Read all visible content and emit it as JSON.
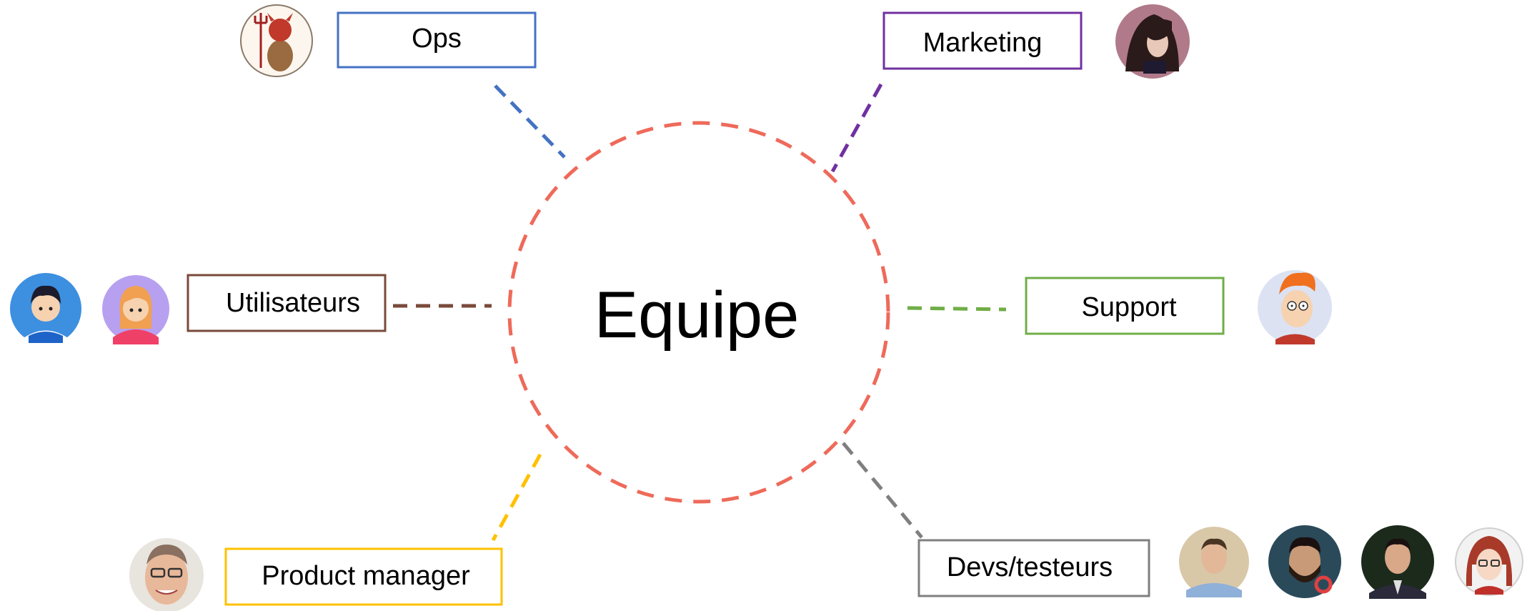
{
  "center": {
    "label": "Equipe",
    "color": "#ee6a5a"
  },
  "roles": [
    {
      "id": "ops",
      "label": "Ops",
      "color": "#4472c4",
      "avatars": [
        {
          "icon": "devil-mascot-avatar"
        }
      ]
    },
    {
      "id": "marketing",
      "label": "Marketing",
      "color": "#7030a0",
      "avatars": [
        {
          "icon": "dark-hair-person-avatar"
        }
      ]
    },
    {
      "id": "utilisateurs",
      "label": "Utilisateurs",
      "color": "#7a4a3a",
      "avatars": [
        {
          "icon": "boy-cartoon-avatar"
        },
        {
          "icon": "girl-cartoon-avatar"
        }
      ]
    },
    {
      "id": "support",
      "label": "Support",
      "color": "#70ad47",
      "avatars": [
        {
          "icon": "cartoon-character-avatar"
        }
      ]
    },
    {
      "id": "product-manager",
      "label": "Product manager",
      "color": "#ffc000",
      "avatars": [
        {
          "icon": "smiling-man-photo-avatar"
        }
      ]
    },
    {
      "id": "devs-testeurs",
      "label": "Devs/testeurs",
      "color": "#7f7f7f",
      "avatars": [
        {
          "icon": "man-photo-avatar"
        },
        {
          "icon": "bearded-man-photo-avatar"
        },
        {
          "icon": "man-in-suit-photo-avatar"
        },
        {
          "icon": "red-hair-girl-avatar"
        }
      ]
    }
  ]
}
